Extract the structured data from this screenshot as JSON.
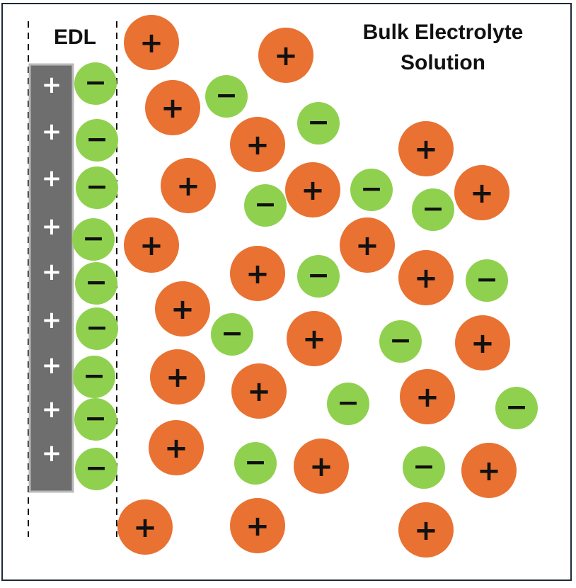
{
  "labels": {
    "edl": "EDL",
    "bulk_line1": "Bulk Electrolyte",
    "bulk_line2": "Solution"
  },
  "symbols": {
    "plus": "+",
    "minus": "−"
  },
  "colors": {
    "electrode": "#6e6e6e",
    "electrode_border": "#b9b9b9",
    "electrode_sign": "#ffffff",
    "cation": "#e97132",
    "anion": "#8fd14f",
    "ion_sign": "#111111",
    "frame": "#1d2a38"
  },
  "electrode_charge_count": 9,
  "edl_counter_ion_count": 9
}
